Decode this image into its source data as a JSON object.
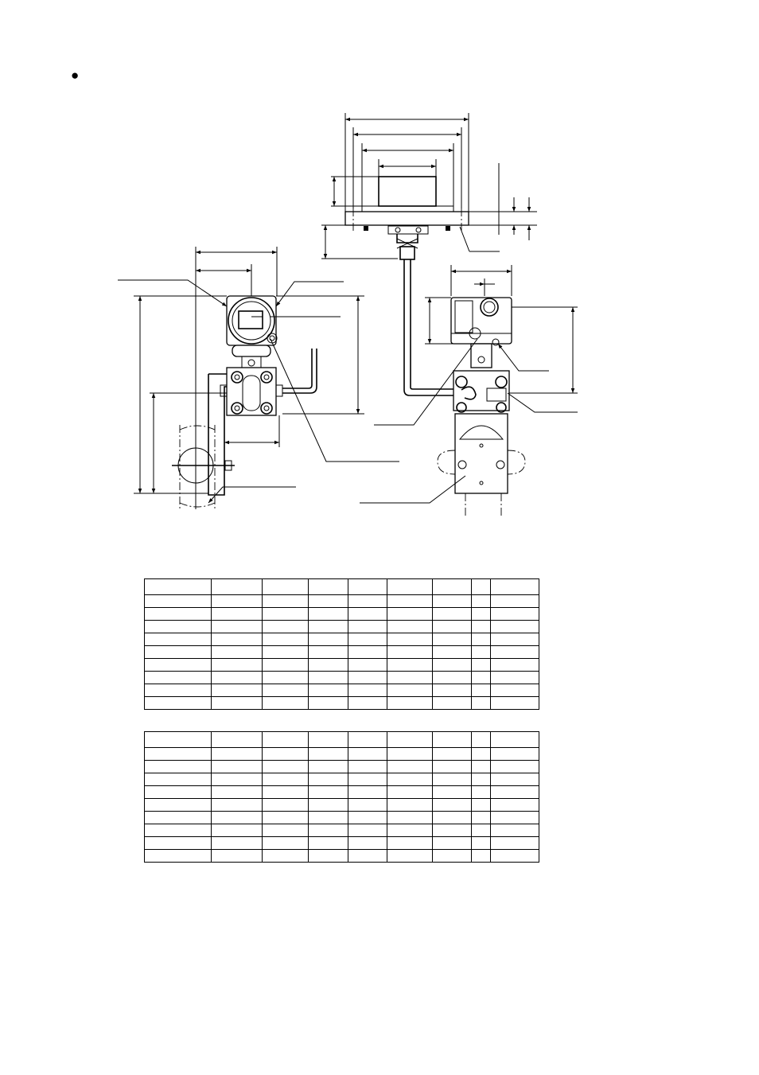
{
  "bullet": "●",
  "drawing": {
    "views": [
      "flange-top-view",
      "transmitter-front-view",
      "transmitter-side-view"
    ]
  },
  "tables": [
    {
      "rows": 10,
      "cols": 9
    },
    {
      "rows": 10,
      "cols": 9
    }
  ],
  "colors": {
    "line": "#000000",
    "background": "#ffffff"
  }
}
